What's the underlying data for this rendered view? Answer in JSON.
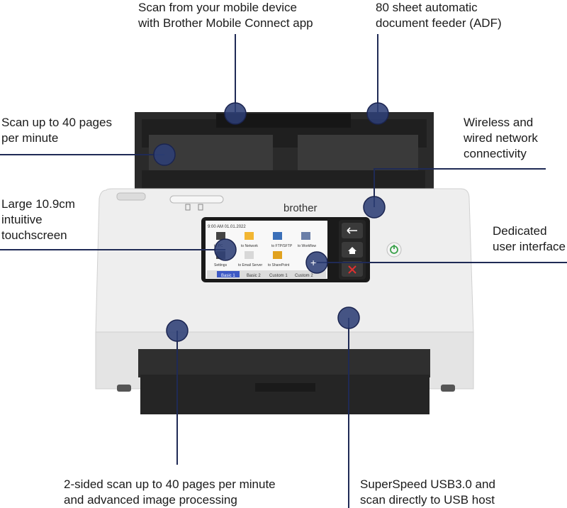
{
  "product": {
    "brand": "brother",
    "screen": {
      "time": "9:00 AM 01.01.2022",
      "tiles": [
        "to PC",
        "to Network",
        "to FTP/SFTP",
        "to Workflow",
        "Settings",
        "to Email Server",
        "to SharePoint",
        "+"
      ],
      "tabs": [
        "Basic 1",
        "Basic 2",
        "Custom 1",
        "Custom 2"
      ]
    },
    "colors": {
      "body": "#e9e9e9",
      "tray": "#2b2b2b",
      "accent": "#2d3f75",
      "power": "#3aa14a"
    }
  },
  "callouts": {
    "mobile": [
      "Scan from your mobile device",
      "with Brother Mobile Connect app"
    ],
    "adf": [
      "80 sheet automatic",
      "document feeder (ADF)"
    ],
    "speed": [
      "Scan up to 40 pages",
      "per minute"
    ],
    "network": [
      "Wireless and",
      "wired network",
      "connectivity"
    ],
    "touchscreen": [
      "Large 10.9cm",
      "intuitive",
      "touchscreen"
    ],
    "ui": [
      "Dedicated",
      "user interface"
    ],
    "duplex": [
      "2-sided scan up to 40 pages per minute",
      "and advanced image processing"
    ],
    "usb": [
      "SuperSpeed USB3.0 and",
      "scan directly to USB host"
    ]
  }
}
